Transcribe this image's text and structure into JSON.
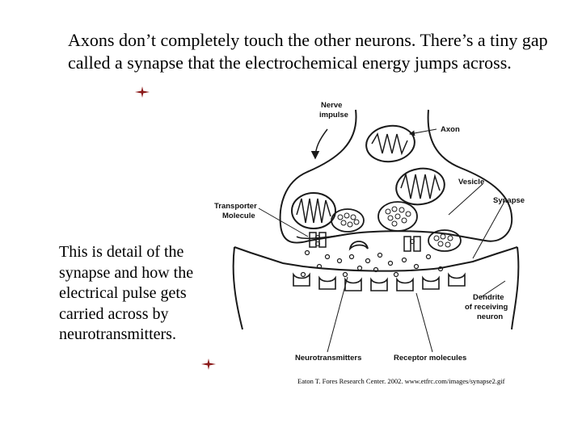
{
  "slide": {
    "intro_text": "Axons don’t completely touch the other neurons.  There’s a tiny gap called a synapse that the electrochemical energy jumps across.",
    "detail_text": "This is detail of the synapse and how the electrical pulse gets carried across by neurotransmitters.",
    "citation": "Eaton T. Fores Research Center.  2002.  www.etfrc.com/images/synapse2.gif"
  },
  "diagram": {
    "labels": {
      "nerve_impulse_line1": "Nerve",
      "nerve_impulse_line2": "impulse",
      "axon": "Axon",
      "vesicle": "Vesicle",
      "synapse": "Synapse",
      "transporter_line1": "Transporter",
      "transporter_line2": "Molecule",
      "dendrite_line1": "Dendrite",
      "dendrite_line2": "of receiving",
      "dendrite_line3": "neuron",
      "neurotransmitters": "Neurotransmitters",
      "receptor_molecules": "Receptor molecules"
    }
  },
  "colors": {
    "star": "#8b1a1a",
    "ink": "#1a1a1a"
  }
}
